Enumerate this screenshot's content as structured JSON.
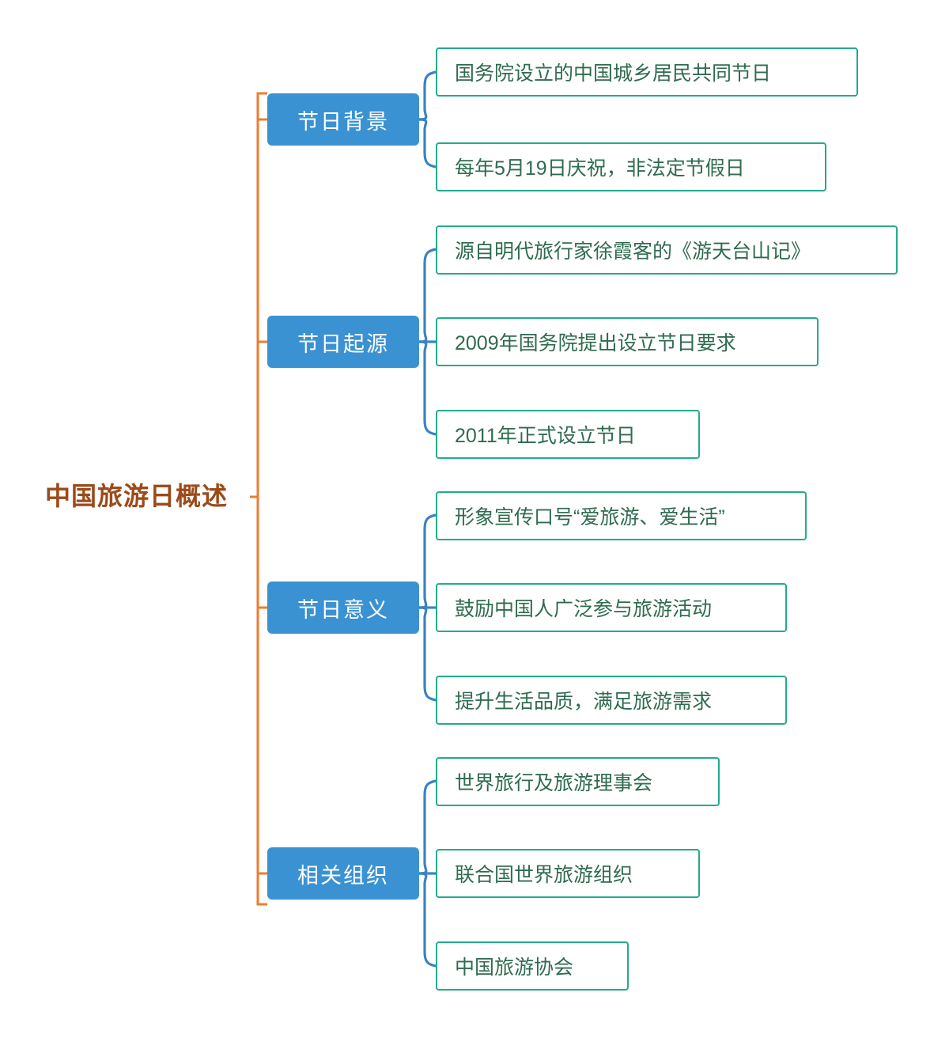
{
  "diagram": {
    "type": "mind-map",
    "orientation": "left-to-right",
    "colors": {
      "root_text": "#9c4a1a",
      "root_connector": "#ED7D31",
      "branch_fill": "#3b92d2",
      "branch_text": "#ffffff",
      "branch_connector": "#3b82c4",
      "leaf_border": "#22ab8e",
      "leaf_text": "#2f6b4f",
      "background": "#ffffff"
    },
    "root": {
      "label": "中国旅游日概述"
    },
    "branches": [
      {
        "label": "节日背景",
        "children": [
          {
            "label": "国务院设立的中国城乡居民共同节日"
          },
          {
            "label": "每年5月19日庆祝，非法定节假日"
          }
        ]
      },
      {
        "label": "节日起源",
        "children": [
          {
            "label": "源自明代旅行家徐霞客的《游天台山记》"
          },
          {
            "label": "2009年国务院提出设立节日要求"
          },
          {
            "label": "2011年正式设立节日"
          }
        ]
      },
      {
        "label": "节日意义",
        "children": [
          {
            "label": "形象宣传口号“爱旅游、爱生活”"
          },
          {
            "label": "鼓励中国人广泛参与旅游活动"
          },
          {
            "label": "提升生活品质，满足旅游需求"
          }
        ]
      },
      {
        "label": "相关组织",
        "children": [
          {
            "label": "世界旅行及旅游理事会"
          },
          {
            "label": "联合国世界旅游组织"
          },
          {
            "label": "中国旅游协会"
          }
        ]
      }
    ]
  }
}
